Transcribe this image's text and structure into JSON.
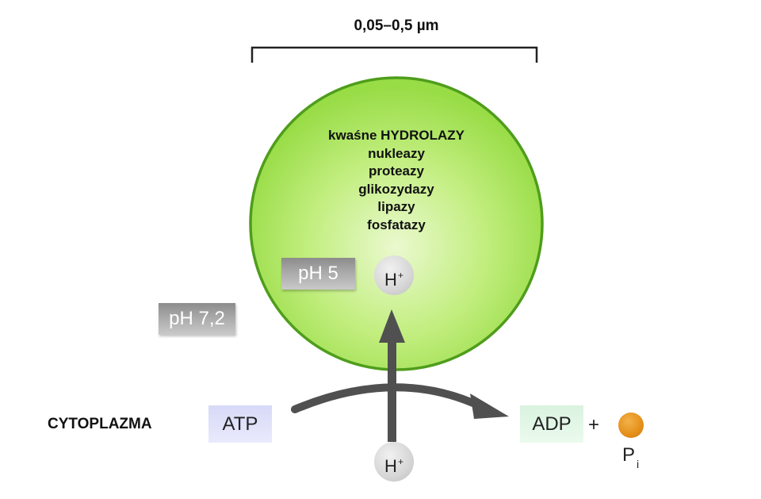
{
  "size_label": "0,05–0,5 µm",
  "enzymes": {
    "heading": "kwaśne HYDROLAZY",
    "items": [
      "nukleazy",
      "proteazy",
      "glikozydazy",
      "lipazy",
      "fosfatazy"
    ]
  },
  "ph_inside": "pH 5",
  "ph_outside": "pH 7,2",
  "cytoplasm_label": "CYTOPLAZMA",
  "atp_label": "ATP",
  "adp_label": "ADP",
  "plus": "+",
  "proton": {
    "symbol": "H",
    "charge": "+"
  },
  "phosphate": {
    "symbol": "P",
    "subscript": "i"
  },
  "colors": {
    "lysosome_fill": "#a8e060",
    "lysosome_border": "#4f9d1c",
    "arrow": "#555555",
    "phosphate": "#e48f18"
  }
}
